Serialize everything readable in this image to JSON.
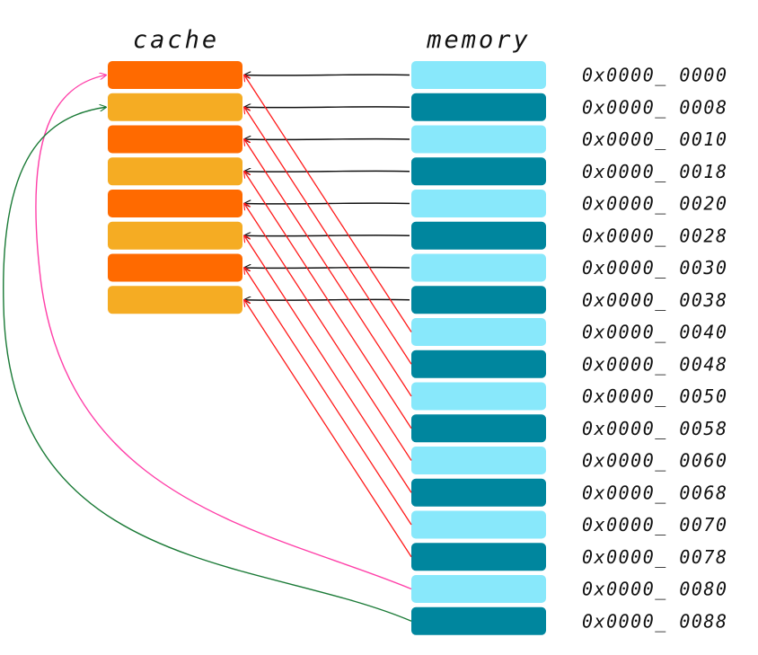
{
  "cache": {
    "title": "cache",
    "lines": 8,
    "colors": [
      "#ff6a00",
      "#f5ac23"
    ]
  },
  "memory": {
    "title": "memory",
    "colors": [
      "#88e8fb",
      "#00869e"
    ],
    "addresses": [
      "0x0000_ 0000",
      "0x0000_ 0008",
      "0x0000_ 0010",
      "0x0000_ 0018",
      "0x0000_ 0020",
      "0x0000_ 0028",
      "0x0000_ 0030",
      "0x0000_ 0038",
      "0x0000_ 0040",
      "0x0000_ 0048",
      "0x0000_ 0050",
      "0x0000_ 0058",
      "0x0000_ 0060",
      "0x0000_ 0068",
      "0x0000_ 0070",
      "0x0000_ 0078",
      "0x0000_ 0080",
      "0x0000_ 0088"
    ]
  },
  "mappings": {
    "direct": {
      "color": "#111111",
      "from_blocks": [
        0,
        1,
        2,
        3,
        4,
        5,
        6,
        7
      ],
      "to_lines": [
        0,
        1,
        2,
        3,
        4,
        5,
        6,
        7
      ]
    },
    "second_pass": {
      "color": "#ff1a1a",
      "from_blocks": [
        8,
        9,
        10,
        11,
        12,
        13,
        14,
        15
      ],
      "to_lines": [
        0,
        1,
        2,
        3,
        4,
        5,
        6,
        7
      ]
    },
    "third_pass": [
      {
        "from_block": 16,
        "to_line": 0,
        "color": "#ff3fa8"
      },
      {
        "from_block": 17,
        "to_line": 1,
        "color": "#1a7a36"
      }
    ]
  }
}
